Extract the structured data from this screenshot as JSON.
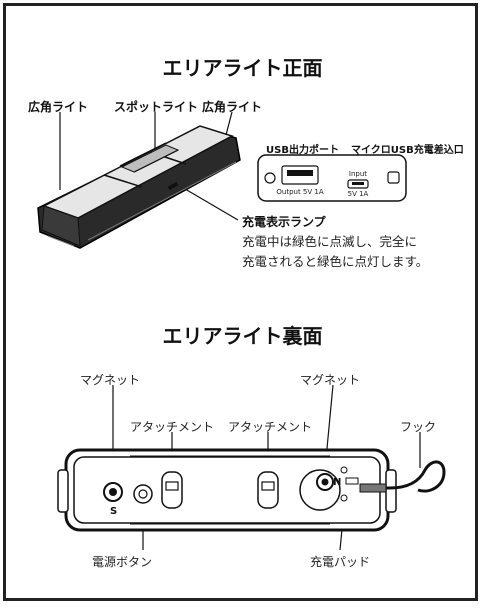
{
  "front": {
    "title": "エリアライト正面",
    "label_wide_left": "広角ライト",
    "label_spot": "スポットライト",
    "label_wide_right": "広角ライト",
    "label_usb_port": "USB出力ポート",
    "label_micro_usb": "マイクロUSB充電差込口",
    "port_output_text": "Output 5V 1A",
    "port_input_text": "Input",
    "port_input_spec": "5V 1A",
    "label_charge_lamp": "充電表示ランプ",
    "charge_desc_line1": "充電中は緑色に点滅し、完全に",
    "charge_desc_line2": "充電されると緑色に点灯します。"
  },
  "back": {
    "title": "エリアライト裏面",
    "label_magnet_left": "マグネット",
    "label_magnet_right": "マグネット",
    "label_attach_left": "アタッチメント",
    "label_attach_right": "アタッチメント",
    "label_hook": "フック",
    "label_power_button": "電源ボタン",
    "label_charge_pad": "充電パッド",
    "mark_s": "S",
    "mark_n": "N"
  }
}
